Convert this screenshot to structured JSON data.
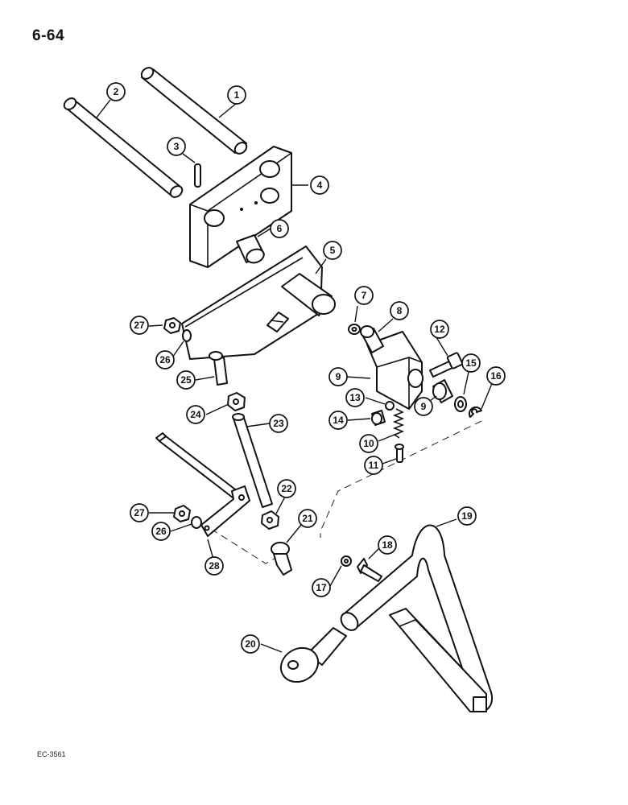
{
  "page_number": "6-64",
  "figure_code": "EC-3561",
  "callouts": [
    {
      "label": "1"
    },
    {
      "label": "2"
    },
    {
      "label": "3"
    },
    {
      "label": "4"
    },
    {
      "label": "5"
    },
    {
      "label": "6"
    },
    {
      "label": "7"
    },
    {
      "label": "8"
    },
    {
      "label": "9"
    },
    {
      "label": "9"
    },
    {
      "label": "10"
    },
    {
      "label": "11"
    },
    {
      "label": "12"
    },
    {
      "label": "13"
    },
    {
      "label": "14"
    },
    {
      "label": "15"
    },
    {
      "label": "16"
    },
    {
      "label": "17"
    },
    {
      "label": "18"
    },
    {
      "label": "19"
    },
    {
      "label": "20"
    },
    {
      "label": "21"
    },
    {
      "label": "22"
    },
    {
      "label": "23"
    },
    {
      "label": "24"
    },
    {
      "label": "25"
    },
    {
      "label": "26"
    },
    {
      "label": "27"
    },
    {
      "label": "26"
    },
    {
      "label": "27"
    },
    {
      "label": "28"
    }
  ]
}
